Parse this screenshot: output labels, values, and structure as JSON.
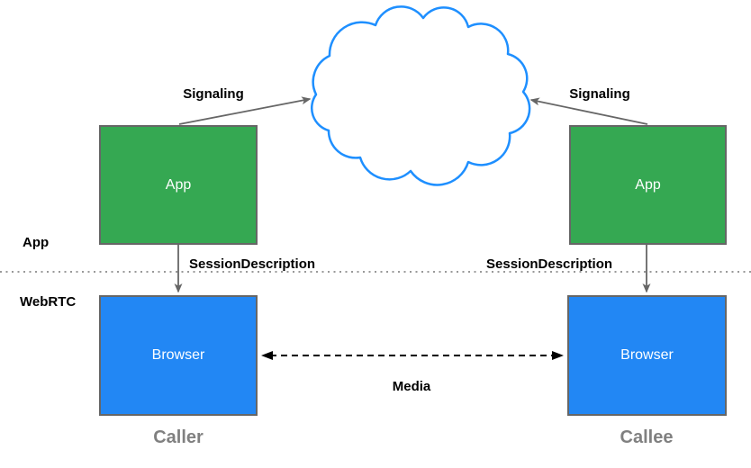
{
  "diagram": {
    "kind": "webrtc-signaling-architecture",
    "layers": {
      "app": "App",
      "webrtc": "WebRTC"
    },
    "nodes": {
      "app_left": {
        "label": "App"
      },
      "app_right": {
        "label": "App"
      },
      "browser_left": {
        "label": "Browser"
      },
      "browser_right": {
        "label": "Browser"
      }
    },
    "edges": {
      "signaling_left": "Signaling",
      "signaling_right": "Signaling",
      "session_description_left": "SessionDescription",
      "session_description_right": "SessionDescription",
      "media": "Media"
    },
    "endpoints": {
      "caller": "Caller",
      "callee": "Callee"
    },
    "colors": {
      "app_box_fill": "#35A852",
      "browser_box_fill": "#2287F4",
      "box_border": "#666666",
      "box_text": "#FFFFFF",
      "cloud_stroke": "#1E8FFF",
      "arrow_gray": "#666666",
      "media_arrow_black": "#000000",
      "divider_dots": "#999999",
      "endpoint_text": "#808080",
      "label_text": "#000000",
      "background": "#FFFFFF"
    }
  }
}
